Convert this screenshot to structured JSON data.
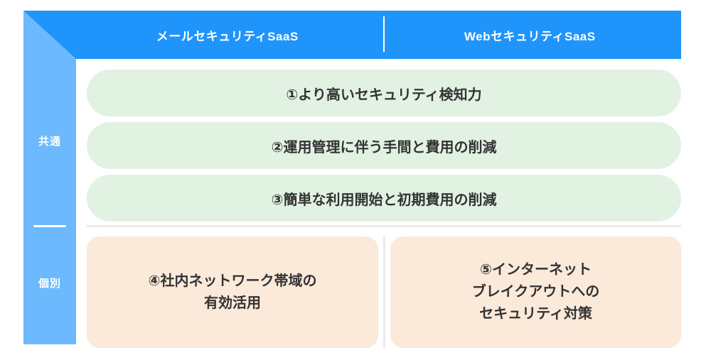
{
  "header": {
    "columns": [
      {
        "label": "メールセキュリティSaaS"
      },
      {
        "label": "WebセキュリティSaaS"
      }
    ],
    "divider": "vertical-white-rule"
  },
  "sidebar": {
    "sections": [
      {
        "label": "共通"
      },
      {
        "label": "個別"
      }
    ]
  },
  "common_items": [
    {
      "label": "①より高いセキュリティ検知力"
    },
    {
      "label": "②運用管理に伴う手間と費用の削減"
    },
    {
      "label": "③簡単な利用開始と初期費用の削減"
    }
  ],
  "individual_items": [
    {
      "line1": "④社内ネットワーク帯域の",
      "line2": "有効活用",
      "line3": ""
    },
    {
      "line1": "⑤インターネット",
      "line2": "ブレイクアウトへの",
      "line3": "セキュリティ対策"
    }
  ],
  "colors": {
    "header_blue": "#1f95fb",
    "rail_blue": "#6cb9fd",
    "pill_green": "#e1f2e3",
    "card_orange": "#fbe9da",
    "rule_gray": "#ebebeb",
    "text_dark": "#333333",
    "text_white": "#ffffff"
  }
}
